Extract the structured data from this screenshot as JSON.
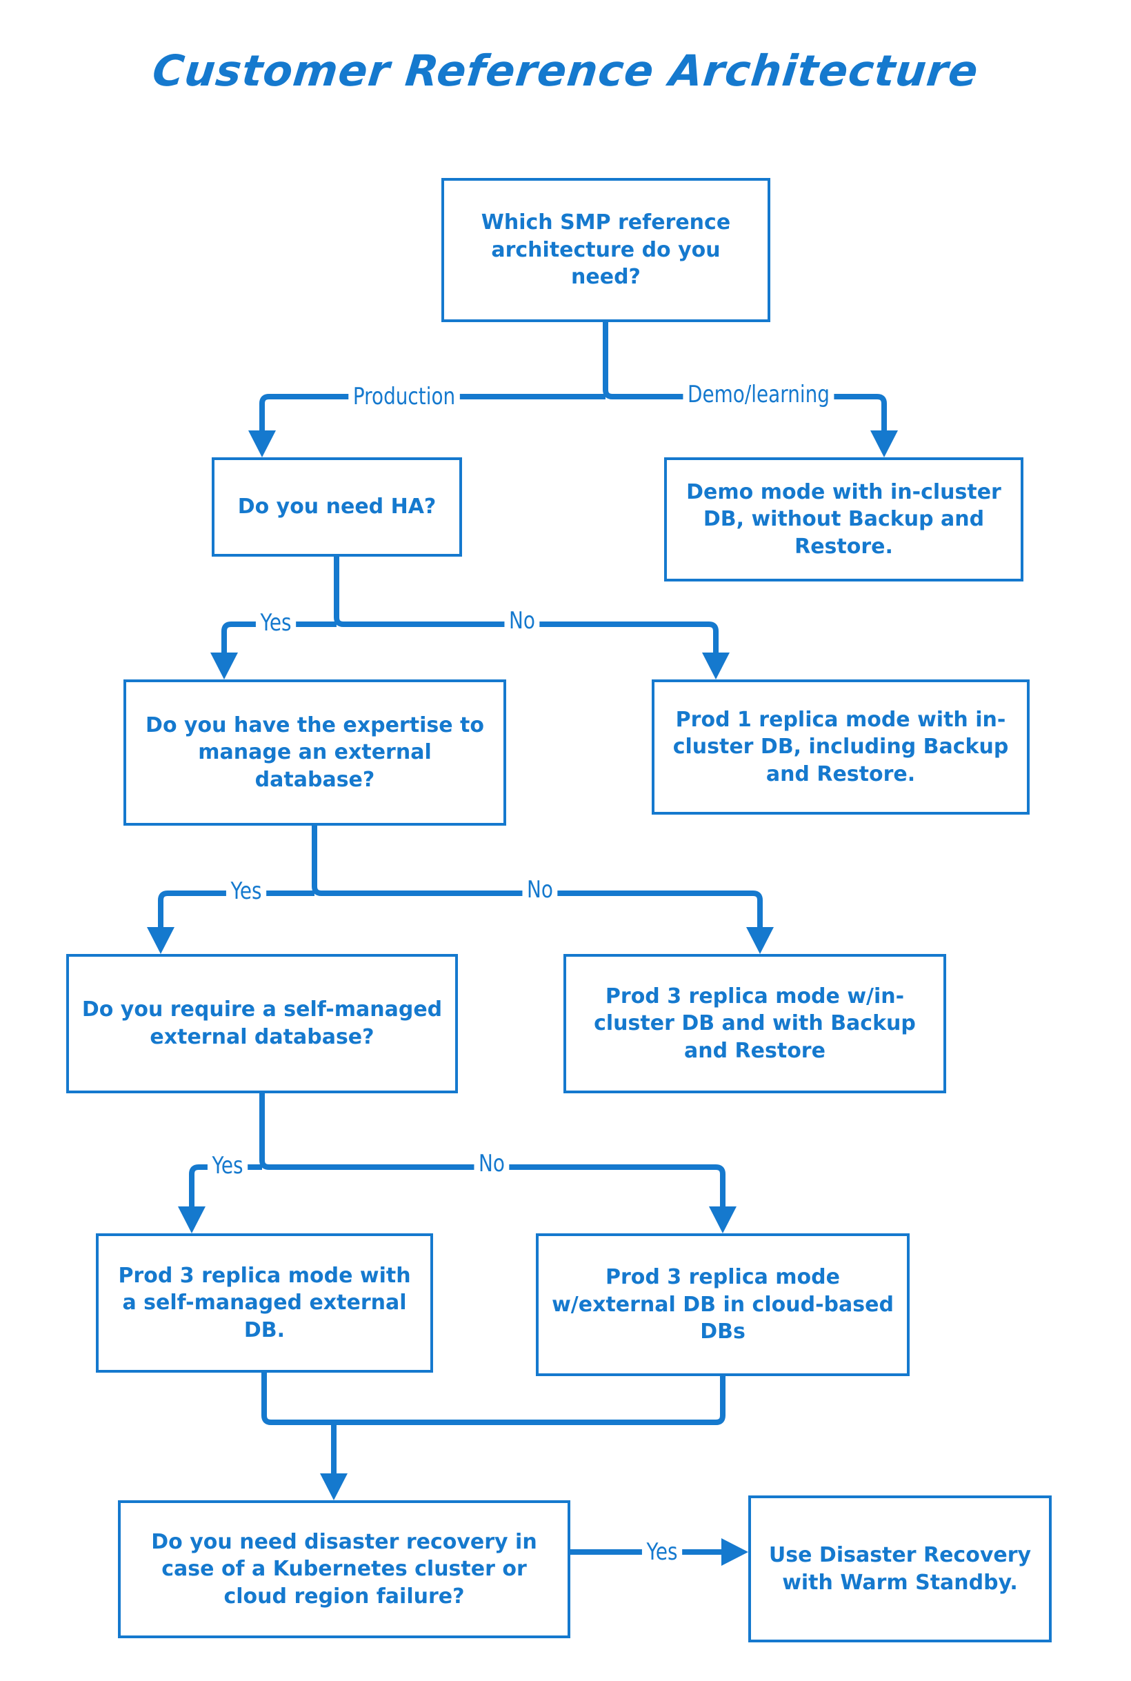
{
  "title": "Customer Reference Architecture",
  "theme": {
    "accent": "#1579ce",
    "background": "#ffffff"
  },
  "chart_data": {
    "type": "diagram",
    "subtype": "decision-flowchart",
    "title": "Customer Reference Architecture",
    "nodes": [
      {
        "id": "n1",
        "kind": "decision",
        "text": "Which SMP reference architecture do you need?"
      },
      {
        "id": "n2",
        "kind": "decision",
        "text": "Do you need HA?"
      },
      {
        "id": "n3",
        "kind": "outcome",
        "text": "Demo mode with in-cluster DB, without Backup and Restore."
      },
      {
        "id": "n4",
        "kind": "decision",
        "text": "Do you have the expertise to manage an external database?"
      },
      {
        "id": "n5",
        "kind": "outcome",
        "text": "Prod 1 replica mode with in-cluster DB, including Backup and Restore."
      },
      {
        "id": "n6",
        "kind": "decision",
        "text": "Do you require a self-managed external database?"
      },
      {
        "id": "n7",
        "kind": "outcome",
        "text": "Prod 3 replica mode w/in-cluster DB and with Backup and Restore"
      },
      {
        "id": "n8",
        "kind": "outcome",
        "text": "Prod 3 replica mode with a self-managed external DB."
      },
      {
        "id": "n9",
        "kind": "outcome",
        "text": "Prod 3 replica mode w/external DB in cloud-based DBs"
      },
      {
        "id": "n10",
        "kind": "decision",
        "text": "Do you need disaster recovery in case of a Kubernetes cluster or cloud region failure?"
      },
      {
        "id": "n11",
        "kind": "outcome",
        "text": "Use Disaster Recovery with Warm Standby."
      }
    ],
    "edges": [
      {
        "from": "n1",
        "to": "n2",
        "label": "Production"
      },
      {
        "from": "n1",
        "to": "n3",
        "label": "Demo/learning"
      },
      {
        "from": "n2",
        "to": "n4",
        "label": "Yes"
      },
      {
        "from": "n2",
        "to": "n5",
        "label": "No"
      },
      {
        "from": "n4",
        "to": "n6",
        "label": "Yes"
      },
      {
        "from": "n4",
        "to": "n7",
        "label": "No"
      },
      {
        "from": "n6",
        "to": "n8",
        "label": "Yes"
      },
      {
        "from": "n6",
        "to": "n9",
        "label": "No"
      },
      {
        "from": "n8",
        "to": "n10",
        "label": ""
      },
      {
        "from": "n9",
        "to": "n10",
        "label": ""
      },
      {
        "from": "n10",
        "to": "n11",
        "label": "Yes"
      }
    ]
  },
  "nodes": {
    "n1": "Which SMP reference architecture do you need?",
    "n2": "Do you need HA?",
    "n3": "Demo mode with in-cluster DB, without Backup and Restore.",
    "n4": "Do you have the expertise to manage an external database?",
    "n5": "Prod 1 replica mode with in-cluster DB, including Backup and Restore.",
    "n6": "Do you require a self-managed external database?",
    "n7": "Prod 3 replica mode w/in-cluster DB and with Backup and Restore",
    "n8": "Prod 3 replica mode with a self-managed external DB.",
    "n9": "Prod 3 replica mode w/external DB in cloud-based DBs",
    "n10": "Do you need disaster recovery in case of a Kubernetes cluster or cloud region failure?",
    "n11": "Use Disaster Recovery with Warm Standby."
  },
  "edge_labels": {
    "production": "Production",
    "demo_learning": "Demo/learning",
    "ha_yes": "Yes",
    "ha_no": "No",
    "expertise_yes": "Yes",
    "expertise_no": "No",
    "selfmanaged_yes": "Yes",
    "selfmanaged_no": "No",
    "dr_yes": "Yes"
  }
}
